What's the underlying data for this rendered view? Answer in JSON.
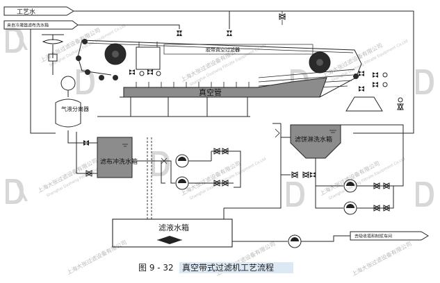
{
  "labels": {
    "process_water": "工艺水",
    "filter_cloth_water_source": "来自冷凝器滤布洗水箱",
    "belt_filter": "胶带真空过滤器",
    "vacuum_pipe": "真空管",
    "gas_liquid_separator": "气液分离器",
    "cloth_wash_tank": "滤布冲洗水箱",
    "cake_wash_tank": "滤饼淋洗水箱",
    "filtrate_tank": "滤液水箱",
    "to_preparation": "去吸收塔和制浆车间"
  },
  "caption": {
    "number": "图 9 - 32",
    "title": "真空带式过滤机工艺流程"
  },
  "watermark": {
    "cn": "上海大张过滤设备有限公司",
    "en": "Shanghai Dazhang Filtrate Equipment Co.Ltd"
  },
  "colors": {
    "line": "#222222",
    "caption_highlight": "#dce9f5",
    "watermark": "#b9b9b9"
  }
}
